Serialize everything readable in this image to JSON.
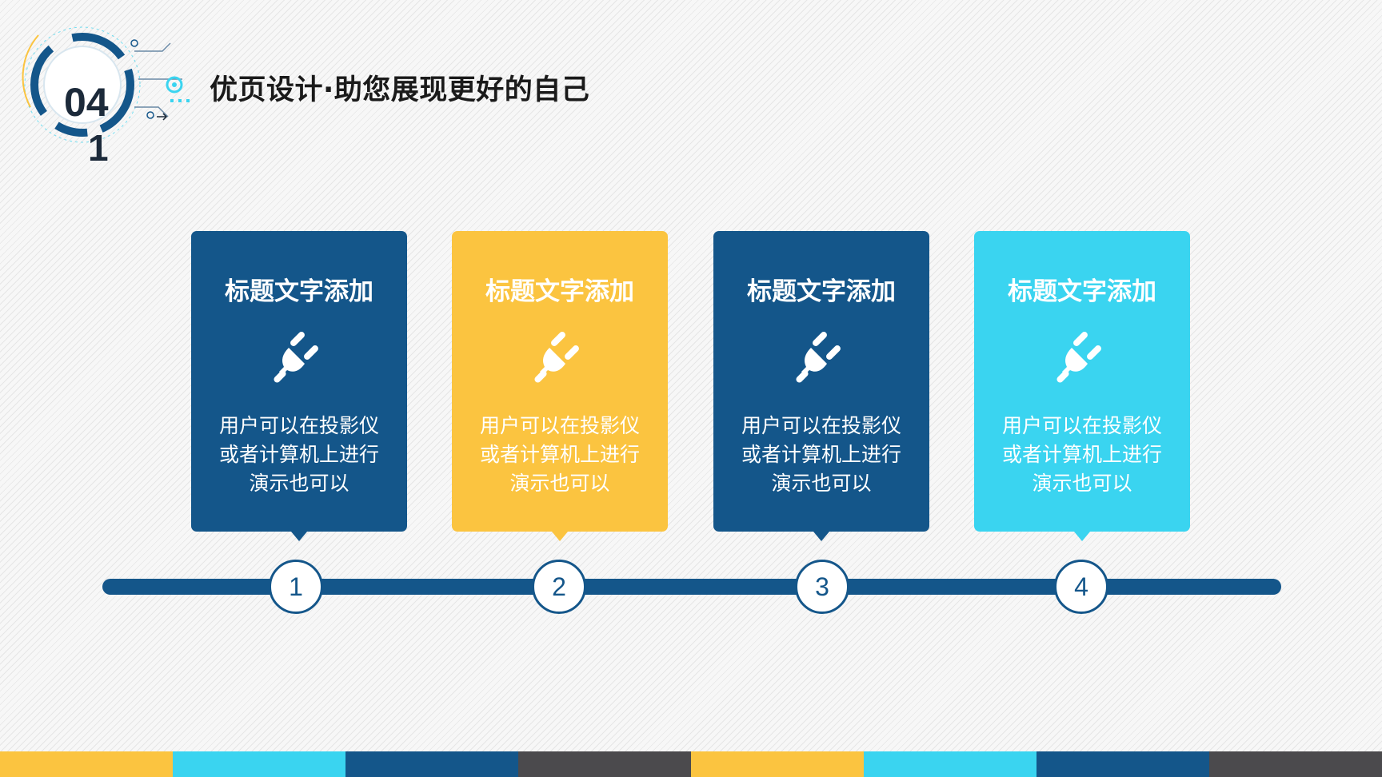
{
  "header": {
    "section_number_top": "04",
    "section_number_bottom": "1",
    "title": "优页设计·助您展现更好的自己"
  },
  "colors": {
    "dark_blue": "#14568a",
    "yellow": "#fbc440",
    "cyan": "#3ad4f0",
    "charcoal": "#4b4a4d"
  },
  "cards": [
    {
      "title": "标题文字添加",
      "desc_lines": [
        "用户可以在投影仪",
        "或者计算机上进行",
        "演示也可以"
      ],
      "color": "#14568a",
      "icon": "plug-icon"
    },
    {
      "title": "标题文字添加",
      "desc_lines": [
        "用户可以在投影仪",
        "或者计算机上进行",
        "演示也可以"
      ],
      "color": "#fbc440",
      "icon": "plug-icon"
    },
    {
      "title": "标题文字添加",
      "desc_lines": [
        "用户可以在投影仪",
        "或者计算机上进行",
        "演示也可以"
      ],
      "color": "#14568a",
      "icon": "plug-icon"
    },
    {
      "title": "标题文字添加",
      "desc_lines": [
        "用户可以在投影仪",
        "或者计算机上进行",
        "演示也可以"
      ],
      "color": "#3ad4f0",
      "icon": "plug-icon"
    }
  ],
  "timeline": {
    "steps": [
      "1",
      "2",
      "3",
      "4"
    ]
  },
  "footer_colors": [
    "#fbc440",
    "#3ad4f0",
    "#14568a",
    "#4b4a4d",
    "#fbc440",
    "#3ad4f0",
    "#14568a",
    "#4b4a4d"
  ]
}
